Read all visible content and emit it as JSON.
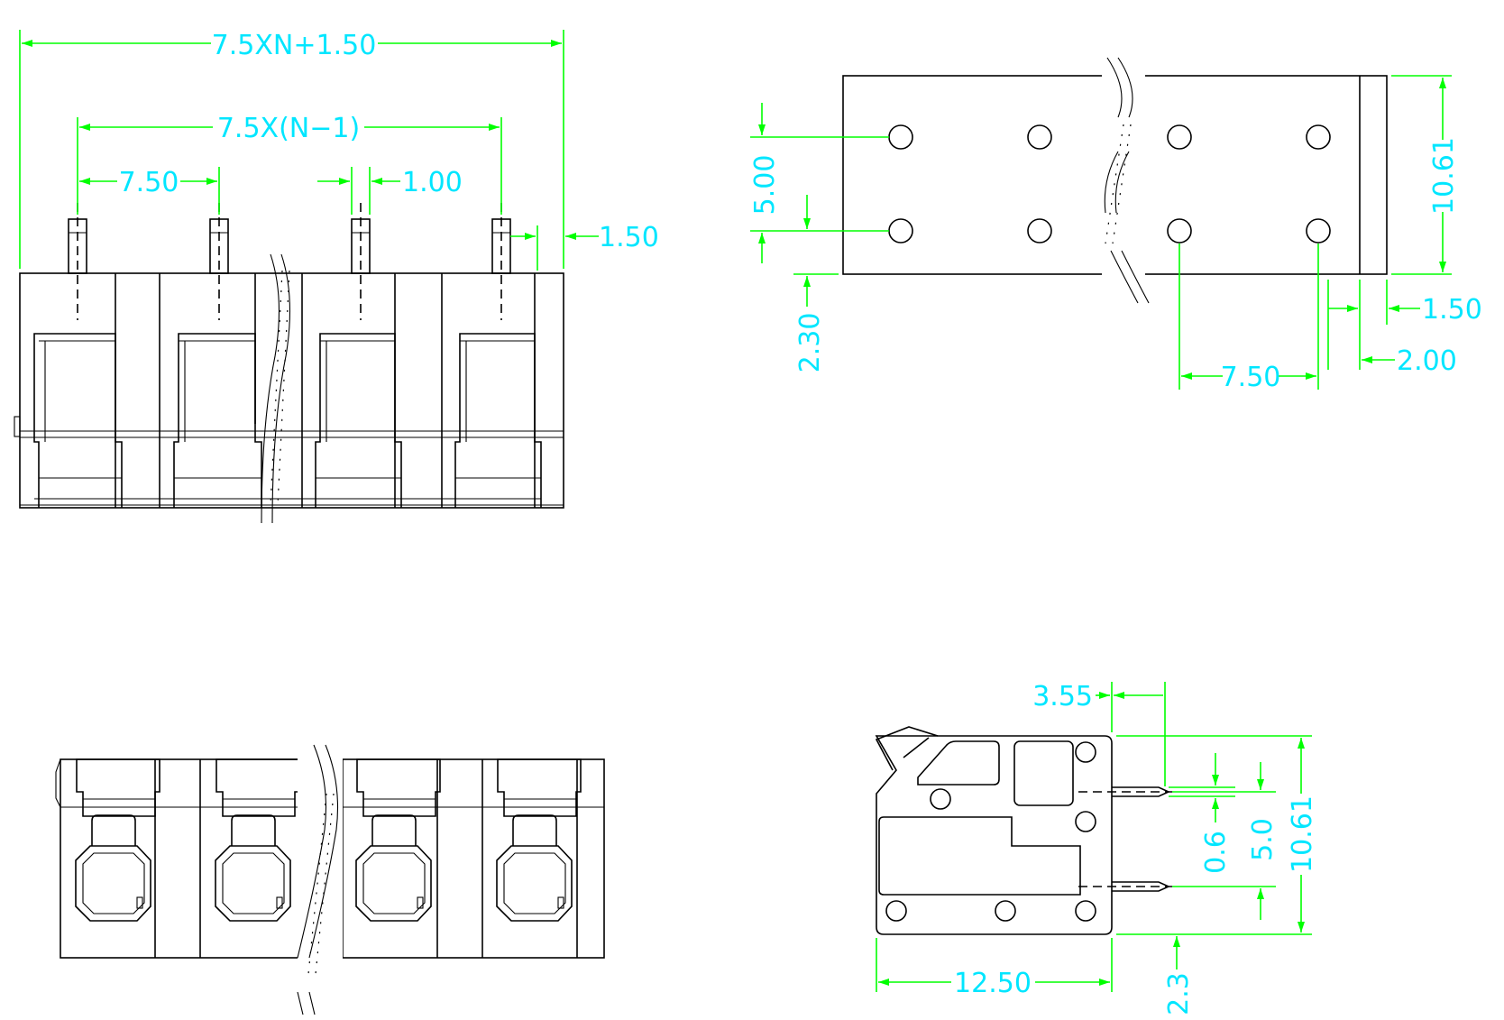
{
  "colors": {
    "outline": "#000000",
    "dimension_line": "#00ff00",
    "dimension_text": "#00e6ff",
    "background": "#ffffff"
  },
  "front_view": {
    "dims": {
      "overall": "7.5XN+1.50",
      "span": "7.5X(N−1)",
      "pitch": "7.50",
      "pin_width": "1.00",
      "edge": "1.50"
    }
  },
  "bottom_view": {
    "dims": {
      "row_pitch": "5.00",
      "depth": "10.61",
      "offset_left": "2.30",
      "offset_right": "1.50",
      "pin_edge": "2.00",
      "pitch": "7.50"
    }
  },
  "side_view": {
    "dims": {
      "pin_offset": "3.55",
      "pin_dia": "0.6",
      "row_pitch": "5.0",
      "depth": "10.61",
      "length": "12.50",
      "standoff": "2.3"
    }
  }
}
